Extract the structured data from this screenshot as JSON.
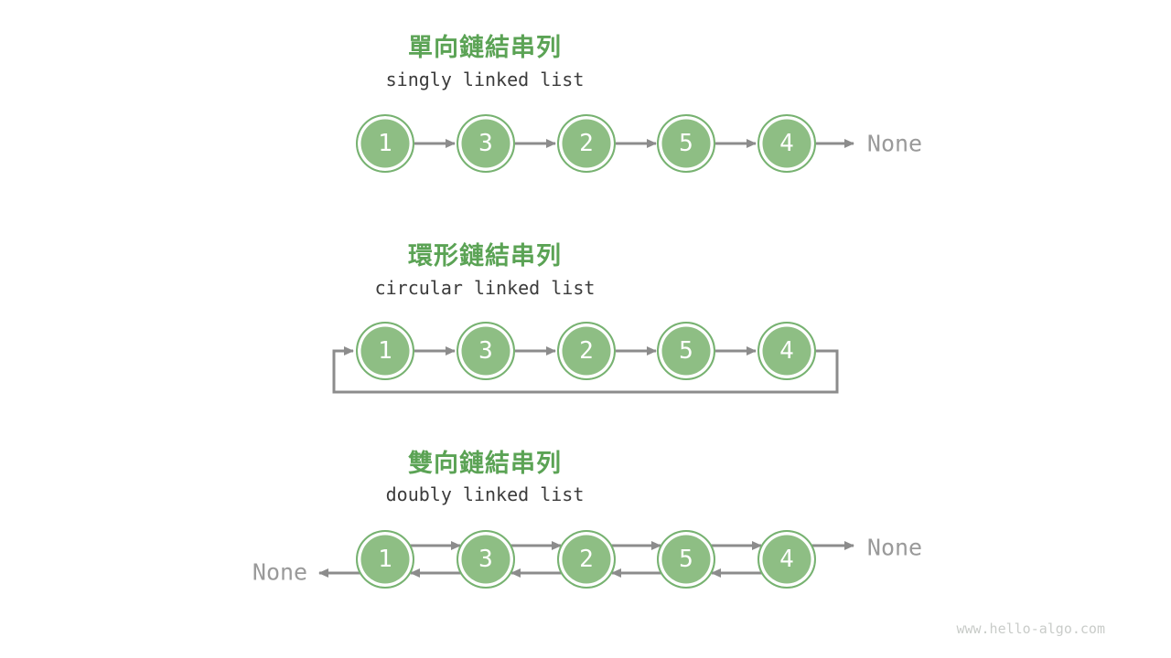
{
  "watermark": "www.hello-algo.com",
  "colors": {
    "title-green": "#5BA355",
    "node-fill": "#8EBE84",
    "node-ring": "#77B271",
    "node-text": "#FFFFFF",
    "arrow-gray": "#8C8C8C",
    "label-gray": "#9A9A9A",
    "subtitle-dark": "#3B3B3B",
    "watermark-gray": "#C9CCC9",
    "background": "#FFFFFF"
  },
  "sections": [
    {
      "title": "單向鏈結串列",
      "subtitle": "singly linked list",
      "nodes": [
        "1",
        "3",
        "2",
        "5",
        "4"
      ],
      "tail_label": "None"
    },
    {
      "title": "環形鏈結串列",
      "subtitle": "circular linked list",
      "nodes": [
        "1",
        "3",
        "2",
        "5",
        "4"
      ]
    },
    {
      "title": "雙向鏈結串列",
      "subtitle": "doubly linked list",
      "nodes": [
        "1",
        "3",
        "2",
        "5",
        "4"
      ],
      "head_label": "None",
      "tail_label": "None"
    }
  ]
}
